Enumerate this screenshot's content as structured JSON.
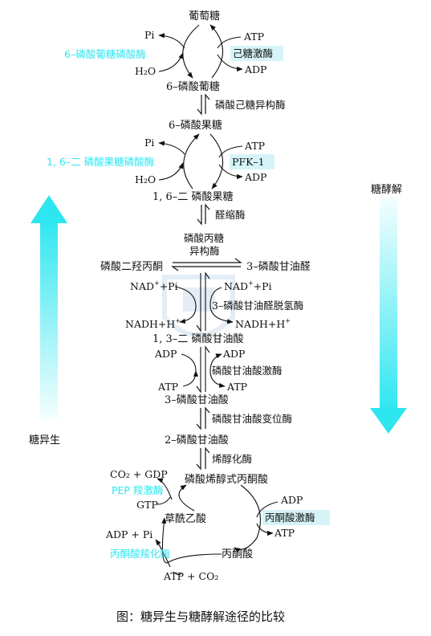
{
  "metabolites": {
    "glucose": "葡萄糖",
    "g6p": "6–磷酸葡糖",
    "f6p": "6–磷酸果糖",
    "fbp": "1, 6–二 磷酸果糖",
    "dhap": "磷酸二羟丙酮",
    "g3p": "3–磷酸甘油醛",
    "bpg": "1, 3–二 磷酸甘油酸",
    "pg3": "3–磷酸甘油酸",
    "pg2": "2–磷酸甘油酸",
    "pep": "磷酸烯醇式丙酮酸",
    "oaa": "草酰乙酸",
    "pyruvate": "丙酮酸"
  },
  "enzymes": {
    "hexokinase": "己糖激酶",
    "g6pase": "6–磷酸葡糖磷酸酶",
    "isomerase": "磷酸己糖异构酶",
    "pfk": "PFK–1",
    "fbpase": "1, 6–二 磷酸果糖磷酸酶",
    "aldolase": "醛缩酶",
    "tpi_line1": "磷酸丙糖",
    "tpi_line2": "异构酶",
    "gapdh": "3–磷酸甘油醛脱氢酶",
    "pgk": "磷酸甘油酸激酶",
    "pgm": "磷酸甘油酸变位酶",
    "enolase": "烯醇化酶",
    "pepck": "PEP 羧激酶",
    "pk": "丙酮酸激酶",
    "pc": "丙酮酸羧化酶"
  },
  "cofactors": {
    "pi": "Pi",
    "h2o": "H₂O",
    "atp": "ATP",
    "adp": "ADP",
    "nad": "NAD",
    "nad_plus_pi": "+Pi",
    "nadh": "NADH+H",
    "plus": "+",
    "co2_gdp": "CO₂ + GDP",
    "gtp": "GTP",
    "adp_pi": "ADP + Pi",
    "atp_co2": "ATP + CO₂"
  },
  "labels": {
    "glycolysis": "糖酵解",
    "gluconeogenesis": "糖异生",
    "caption": "图：糖异生与糖酵解途径的比较"
  },
  "colors": {
    "accent": "#2ee6f0",
    "highlight": "#d6f4f7",
    "arrow_dark": "#111111"
  }
}
